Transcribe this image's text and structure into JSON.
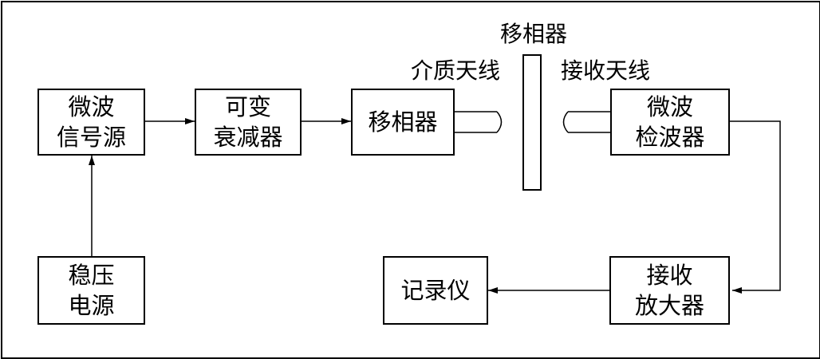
{
  "blocks": {
    "microwave_source": [
      "微波",
      "信号源"
    ],
    "variable_attenuator": [
      "可变",
      "衰减器"
    ],
    "phase_shifter": [
      "移相器"
    ],
    "microwave_detector": [
      "微波",
      "检波器"
    ],
    "regulated_power": [
      "稳压",
      "电源"
    ],
    "receiving_amplifier": [
      "接收",
      "放大器"
    ],
    "recorder": [
      "记录仪"
    ]
  },
  "labels": {
    "top_phase_shifter": "移相器",
    "dielectric_antenna": "介质天线",
    "receiving_antenna": "接收天线"
  },
  "colors": {
    "line": "#000000",
    "background": "#ffffff"
  }
}
